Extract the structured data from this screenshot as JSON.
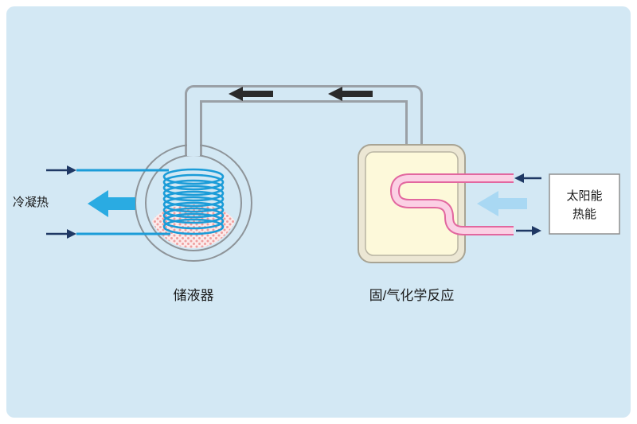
{
  "diagram": {
    "labels": {
      "condensation_heat": "冷凝热",
      "reservoir": "储液器",
      "reaction": "固/气化学反应",
      "solar_line1": "太阳能",
      "solar_line2": "热能"
    },
    "colors": {
      "bg": "#d3e8f4",
      "frame": "#ffffff",
      "pipe": "#9aa0a6",
      "vessel_outline": "#8e9499",
      "arrow_dark": "#2b2b2b",
      "arrow_navy": "#1f3864",
      "coil_blue": "#1b9cd8",
      "big_arrow_blue": "#2aabe2",
      "light_arrow_blue": "#a9d8f3",
      "tube_outline": "#e2679f",
      "tube_fill": "#fbd0e4",
      "reactor_border": "#ece7d4",
      "reactor_border_stroke": "#a8a494",
      "reactor_fill": "#fdf9da",
      "reactor_inner_stroke": "#b8b4a2",
      "dots_pink": "#ef9f9f",
      "dots_bg": "#fceaea",
      "box_stroke": "#8f8f8f",
      "text": "#1a1a1a"
    },
    "icons": {
      "pipe_flow_arrow": "solid black arrow pointing left (vapor flow in top pipe)",
      "condensation_arrow": "thick blue arrow pointing left (heat released)",
      "solar_input_arrow": "thick light-blue arrow pointing left (solar heat input)",
      "flow_marker_arrow": "small dark-navy arrow marking inlet/outlet flow"
    }
  }
}
